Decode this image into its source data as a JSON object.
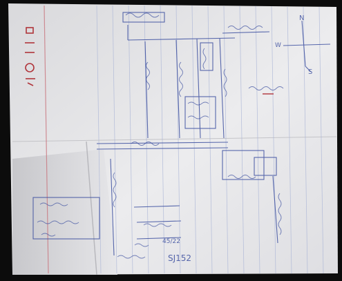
{
  "photo": {
    "subject": "hand-drawn site sketch on ruled notebook paper",
    "colors": {
      "background": "#0c0c0c",
      "paper": "#e9e9ea",
      "paper_shadow": "#cfcfd2",
      "rule_line": "#a9b4d6",
      "margin_line": "#c9767f",
      "ink": "#3c4fa0",
      "red_ink": "#b0343a"
    }
  },
  "labels": {
    "compass_n": "N",
    "compass_w": "W",
    "compass_s": "S",
    "bottom_number": "SJ152",
    "fraction": "45/22"
  }
}
